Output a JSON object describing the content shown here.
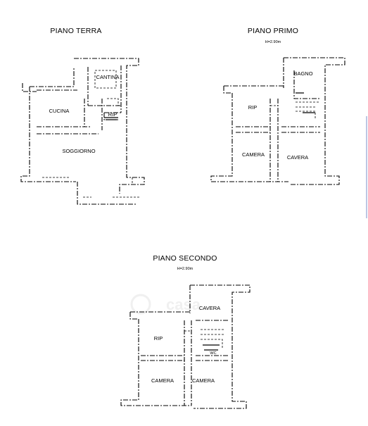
{
  "floors": {
    "ground": {
      "title": "PIANO TERRA",
      "rooms": {
        "cantina": "CANTINA",
        "cucina": "CUCINA",
        "rip": "RIP",
        "soggiorno": "SOGGIORNO"
      }
    },
    "first": {
      "title": "PIANO PRIMO",
      "height": "H=2.90m",
      "rooms": {
        "bagno": "BAGNO",
        "rip": "RIP",
        "camera1": "CAMERA",
        "camera2": "CAVERA"
      }
    },
    "second": {
      "title": "PIANO SECONDO",
      "height": "H=2.90m",
      "rooms": {
        "camera_top": "CAVERA",
        "rip": "RIP",
        "wc": "WC",
        "camera1": "CAMERA",
        "camera2": "CAMERA"
      }
    }
  },
  "watermark": "casa"
}
